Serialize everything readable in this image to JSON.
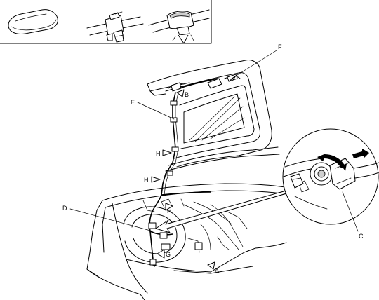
{
  "callouts": {
    "A": "A",
    "B": "B",
    "C": "C",
    "D": "D",
    "E": "E",
    "F": "F",
    "G": "G",
    "H1": "H",
    "H2": "H",
    "H3": "H"
  }
}
